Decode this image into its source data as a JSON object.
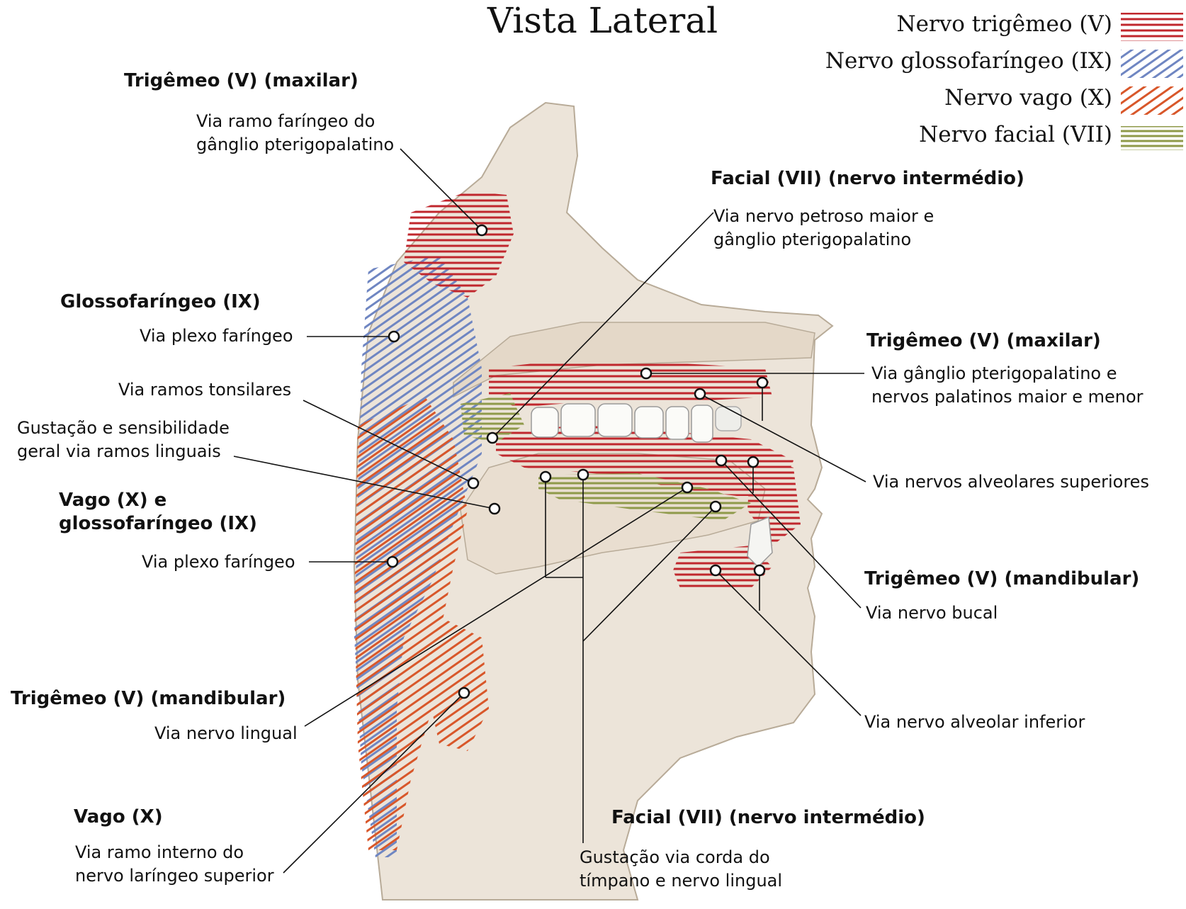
{
  "title": "Vista Lateral",
  "legend": [
    {
      "label": "Nervo trigêmeo (V)",
      "color": "#c0272d",
      "pattern": "horizontal"
    },
    {
      "label": "Nervo glossofaríngeo (IX)",
      "color": "#6f86c2",
      "pattern": "diagonal"
    },
    {
      "label": "Nervo vago (X)",
      "color": "#d8572a",
      "pattern": "diagonal"
    },
    {
      "label": "Nervo facial (VII)",
      "color": "#8f9a4a",
      "pattern": "horizontal"
    }
  ],
  "callouts": {
    "trig_max_left": {
      "heading": "Trigêmeo (V) (maxilar)",
      "text1": "Via ramo faríngeo do",
      "text2": "gânglio pterigopalatino"
    },
    "facial_top": {
      "heading": "Facial (VII) (nervo intermédio)",
      "text1": "Via nervo petroso maior e",
      "text2": "gânglio pterigopalatino"
    },
    "glosso": {
      "heading": "Glossofaríngeo (IX)",
      "text1": "Via plexo faríngeo"
    },
    "tonsil": {
      "text1": "Via ramos tonsilares"
    },
    "gust_lingual": {
      "text1": "Gustação e sensibilidade",
      "text2": "geral via ramos linguais"
    },
    "vago_glosso": {
      "heading1": "Vago (X) e",
      "heading2": "glossofaríngeo (IX)",
      "text1": "Via plexo faríngeo"
    },
    "trig_mand_left": {
      "heading": "Trigêmeo (V) (mandibular)",
      "text1": "Via nervo lingual"
    },
    "vago": {
      "heading": "Vago (X)",
      "text1": "Via ramo interno do",
      "text2": "nervo laríngeo superior"
    },
    "facial_bottom": {
      "heading": "Facial (VII) (nervo intermédio)",
      "text1": "Gustação via corda do",
      "text2": "tímpano e nervo lingual"
    },
    "trig_max_right": {
      "heading": "Trigêmeo (V) (maxilar)",
      "text1": "Via gânglio pterigopalatino e",
      "text2": "nervos palatinos maior e menor"
    },
    "alveolar_sup": {
      "text1": "Via nervos alveolares superiores"
    },
    "trig_mand_right": {
      "heading": "Trigêmeo (V) (mandibular)",
      "text1": "Via nervo bucal"
    },
    "alveolar_inf": {
      "text1": "Via nervo alveolar inferior"
    }
  }
}
